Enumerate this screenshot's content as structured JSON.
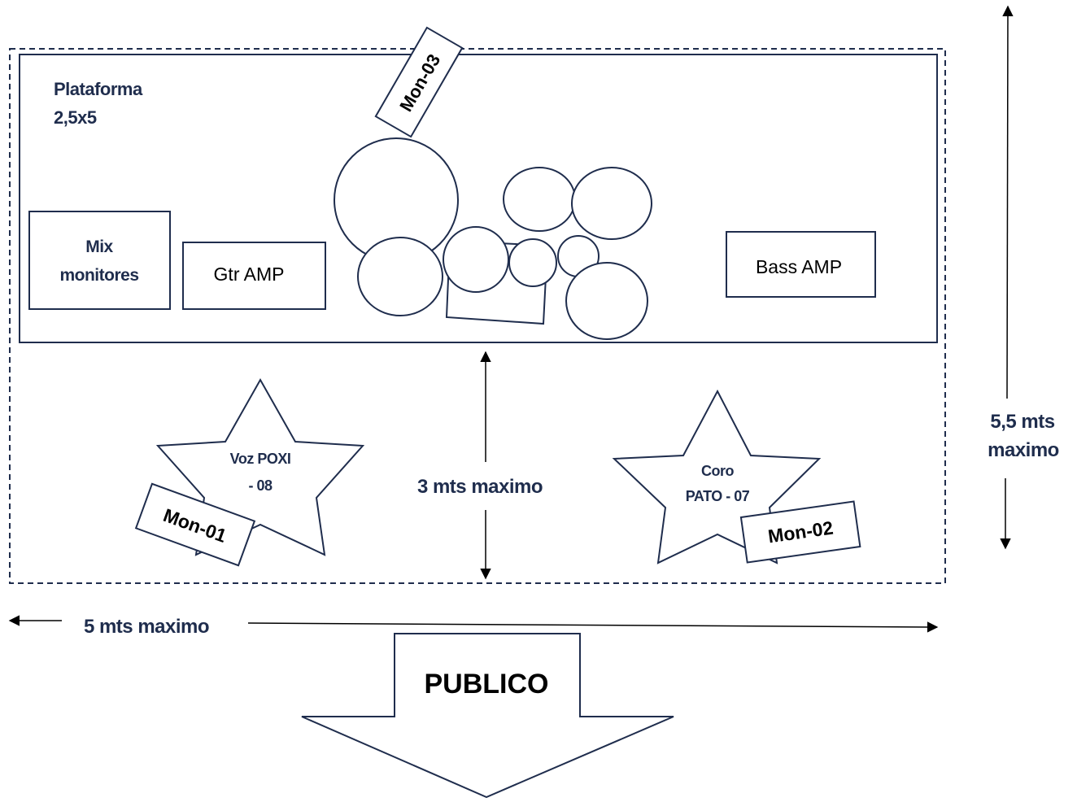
{
  "diagram": {
    "colors": {
      "line": "#1f2d4d",
      "text_accent": "#1f2d4d",
      "text": "#000000",
      "background": "#ffffff"
    },
    "platform": {
      "line1": "Plataforma",
      "line2": "2,5x5"
    },
    "equipment": {
      "mix": {
        "line1": "Mix",
        "line2": "monitores"
      },
      "gtr_amp": "Gtr AMP",
      "bass_amp": "Bass AMP",
      "drum_kit": "drum-kit-icon"
    },
    "monitors": {
      "mon01": "Mon-01",
      "mon02": "Mon-02",
      "mon03": "Mon-03"
    },
    "positions": {
      "voz": {
        "line1": "Voz POXI",
        "line2": "- 08"
      },
      "coro": {
        "line1": "Coro",
        "line2": "PATO - 07"
      }
    },
    "dimensions": {
      "depth": "3 mts maximo",
      "width": "5 mts maximo",
      "height": {
        "line1": "5,5 mts",
        "line2": "maximo"
      }
    },
    "audience": "PUBLICO"
  }
}
